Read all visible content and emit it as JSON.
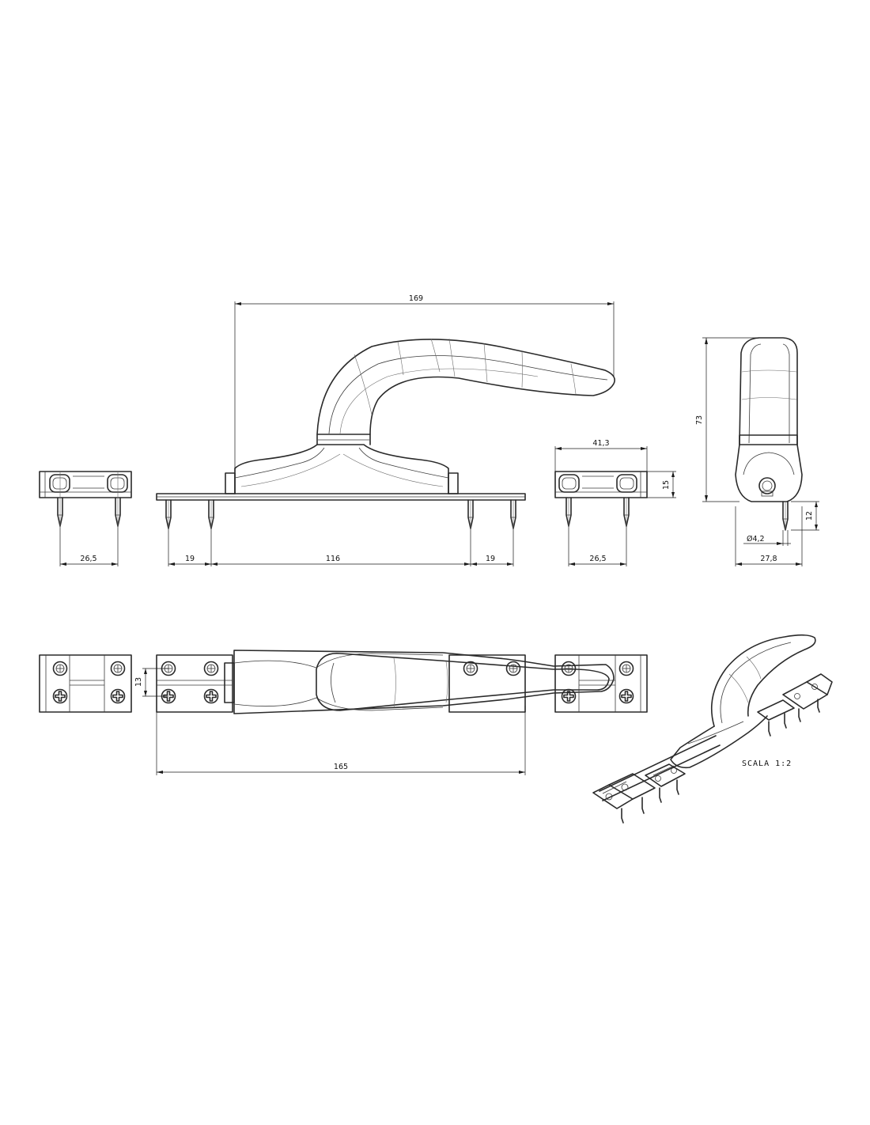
{
  "dimensions": {
    "overall_length_top": "169",
    "pin_pitch_right_block": "41,3",
    "block_height": "15",
    "handle_height": "73",
    "pin_length": "12",
    "pin_diameter": "Ø4,2",
    "end_view_width": "27,8",
    "left_block_width": "26,5",
    "left_offset": "19",
    "center_span": "116",
    "right_offset": "19",
    "right_block_width": "26,5",
    "plan_height": "13",
    "plan_length": "165"
  },
  "scale_label": "SCALA 1:2",
  "colors": {
    "line": "#2a2a2a",
    "dimension": "#1a1a1a",
    "background": "#ffffff"
  }
}
